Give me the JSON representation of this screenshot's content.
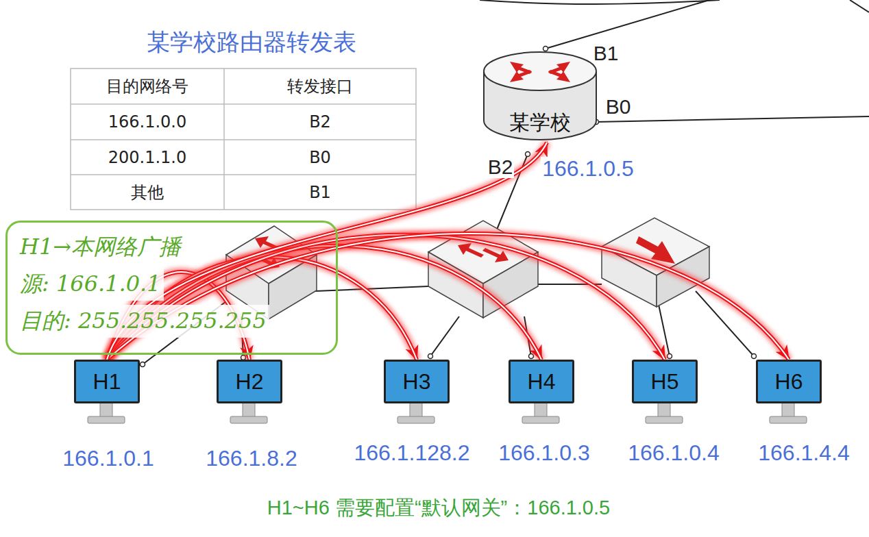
{
  "diagram": {
    "title": "某学校路由器转发表",
    "nodes": [
      {
        "text": [
          "某学校"
        ]
      },
      {
        "text": [
          "H1→本网络广播",
          "源: 166.1.0.1",
          "目的: 255.255.255.255"
        ]
      },
      {
        "text": [
          "H1"
        ]
      },
      {
        "text": [
          "H2"
        ]
      },
      {
        "text": [
          "H3"
        ]
      },
      {
        "text": [
          "H4"
        ]
      },
      {
        "text": [
          "H5"
        ]
      },
      {
        "text": [
          "H6"
        ]
      }
    ],
    "edges": [
      {
        "from": 2,
        "to": 3,
        "arrow": "to"
      },
      {
        "from": 2,
        "to": 4,
        "arrow": "to"
      },
      {
        "from": 2,
        "to": 5,
        "arrow": "to"
      },
      {
        "from": 2,
        "to": 6,
        "arrow": "to"
      },
      {
        "from": 2,
        "to": 7,
        "arrow": "to"
      },
      {
        "from": 2,
        "to": 0,
        "arrow": "to"
      }
    ],
    "labels": [
      "目的网络号",
      "转发接口",
      "166.1.0.0",
      "B2",
      "200.1.1.0",
      "B0",
      "其他",
      "B1",
      "B1",
      "B0",
      "B2",
      "166.1.0.5",
      "166.1.0.1",
      "166.1.8.2",
      "166.1.128.2",
      "166.1.0.3",
      "166.1.0.4",
      "166.1.4.4",
      "H1~H6 需要配置“默认网关”：166.1.0.5"
    ]
  }
}
